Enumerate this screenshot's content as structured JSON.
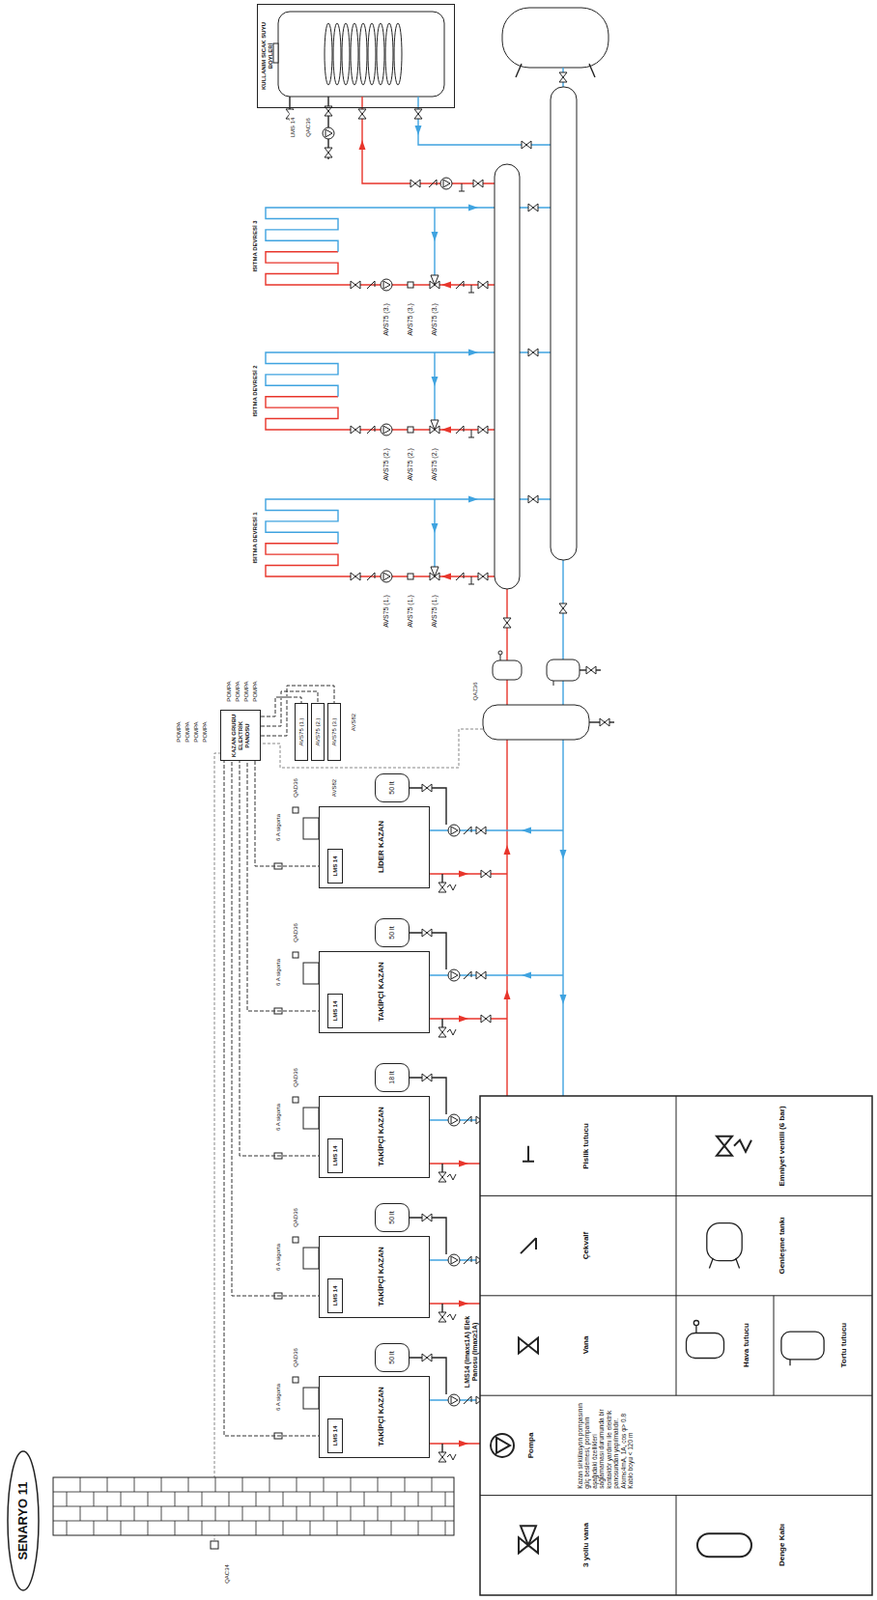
{
  "diagram": {
    "title": "SENARYO 11",
    "nodes": [
      {
        "text": [
          "KULLANIM SICAK SUYU BOYLERİ"
        ]
      },
      {
        "text": [
          "KAZAN GRUBU ELEKTRİK PANOSU"
        ]
      },
      {
        "text": [
          "AVS75 (1.)"
        ]
      },
      {
        "text": [
          "AVS75 (2.)"
        ]
      },
      {
        "text": [
          "AVS75 (3.)"
        ]
      },
      {
        "text": [
          "LİDER KAZAN"
        ]
      },
      {
        "text": [
          "LMS 14"
        ],
        "in": 5
      },
      {
        "text": [
          "TAKİPÇİ KAZAN"
        ]
      },
      {
        "text": [
          "LMS 14"
        ],
        "in": 7
      },
      {
        "text": [
          "TAKİPÇİ KAZAN"
        ]
      },
      {
        "text": [
          "LMS 14"
        ],
        "in": 9
      },
      {
        "text": [
          "TAKİPÇİ KAZAN"
        ]
      },
      {
        "text": [
          "LMS 14"
        ],
        "in": 11
      },
      {
        "text": [
          "TAKİPÇİ KAZAN"
        ]
      },
      {
        "text": [
          "LMS 14"
        ],
        "in": 13
      },
      {
        "text": [
          "50 lt"
        ]
      },
      {
        "text": [
          "50 lt"
        ]
      },
      {
        "text": [
          "18 lt"
        ]
      },
      {
        "text": [
          "50 lt"
        ]
      },
      {
        "text": [
          "50 lt"
        ]
      }
    ],
    "edges": [
      {
        "from": 6,
        "to": 1,
        "arrow": "none"
      },
      {
        "from": 8,
        "to": 1,
        "arrow": "none"
      },
      {
        "from": 10,
        "to": 1,
        "arrow": "none"
      },
      {
        "from": 12,
        "to": 1,
        "arrow": "none"
      },
      {
        "from": 14,
        "to": 1,
        "arrow": "none"
      },
      {
        "from": 1,
        "to": 2,
        "arrow": "none"
      },
      {
        "from": 1,
        "to": 3,
        "arrow": "none"
      },
      {
        "from": 1,
        "to": 4,
        "arrow": "none"
      }
    ],
    "labels": [
      "ISITMA DEVRESİ 3",
      "ISITMA DEVRESİ 2",
      "ISITMA DEVRESİ 1",
      "AVS75 (3.)",
      "AVS75 (3.)",
      "AVS75 (3.)",
      "AVS75 (2.)",
      "AVS75 (2.)",
      "AVS75 (2.)",
      "AVS75 (1.)",
      "AVS75 (1.)",
      "AVS75 (1.)",
      "QAC36",
      "LMS 14",
      "AVS82",
      "AVS82",
      "QAZ36",
      "QAD36",
      "QAD36",
      "QAD36",
      "QAD36",
      "QAD36",
      "6 A sigorta",
      "6 A sigorta",
      "6 A sigorta",
      "6 A sigorta",
      "6 A sigorta",
      "POMPA",
      "POMPA",
      "POMPA",
      "POMPA",
      "POMPA",
      "POMPA",
      "POMPA",
      "POMPA",
      "LMS14 (Imax≤1A) Elek Panosu (Imax≥1A)",
      "QAC34",
      "Kazan sirkülasyon pompasının güç beslemesi, pompanın aşağıdaki özellikleri sağlamaması durumunda bir kontaktör yardımı ile elektrik panosundan yapılmalıdır. Akım≤4mA, 1A, cos φ> 0.8 Kablo boyu < 120 m"
    ],
    "legend": [
      {
        "text": "3 yollu vana"
      },
      {
        "text": "Denge Kabı"
      },
      {
        "text": "Pompa"
      },
      {
        "text": "Vana"
      },
      {
        "text": "Hava tutucu"
      },
      {
        "text": "Tortu tutucu"
      },
      {
        "text": "Çekvalf"
      },
      {
        "text": "Genleşme tankı"
      },
      {
        "text": "Pislik tutucu"
      },
      {
        "text": "Emniyet ventili (6 bar)"
      }
    ]
  }
}
